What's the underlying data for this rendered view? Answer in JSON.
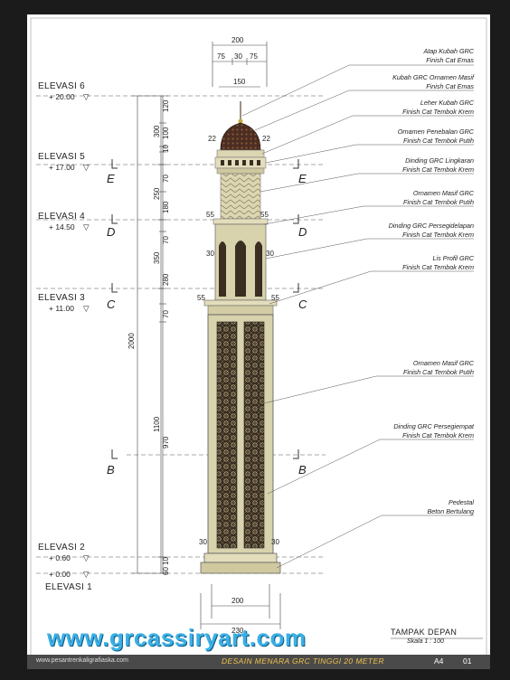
{
  "elevations": [
    {
      "name": "ELEVASI 6",
      "value": "+ 20.00",
      "sym": "▽"
    },
    {
      "name": "ELEVASI 5",
      "value": "+ 17.00",
      "sym": "▽"
    },
    {
      "name": "ELEVASI 4",
      "value": "+ 14.50",
      "sym": "▽"
    },
    {
      "name": "ELEVASI 3",
      "value": "+ 11.00",
      "sym": "▽"
    },
    {
      "name": "ELEVASI 2",
      "value": "+ 0.60",
      "sym": "▽"
    },
    {
      "name": "ELEVASI 1",
      "value": "+ 0.00",
      "sym": "▽"
    }
  ],
  "sections": [
    "E",
    "D",
    "C",
    "B"
  ],
  "labels": [
    {
      "line1": "Atap Kubah GRC",
      "line2": "Finish Cat Emas"
    },
    {
      "line1": "Kubah GRC Ornamen Masif",
      "line2": "Finish Cat Emas"
    },
    {
      "line1": "Leher Kubah GRC",
      "line2": "Finish Cat Tembok Krem"
    },
    {
      "line1": "Ornamen Penebalan GRC",
      "line2": "Finish Cat Tembok Putih"
    },
    {
      "line1": "Dinding GRC Lingkaran",
      "line2": "Finish Cat Tembok Krem"
    },
    {
      "line1": "Ornamen Masif GRC",
      "line2": "Finish Cat Tembok Putih"
    },
    {
      "line1": "Dinding GRC Persegidelapan",
      "line2": "Finish Cat Tembok Krem"
    },
    {
      "line1": "Lis Profil GRC",
      "line2": "Finish Cat Tembok Krem"
    },
    {
      "line1": "Ornamen Masif GRC",
      "line2": "Finish Cat Tembok Putih"
    },
    {
      "line1": "Dinding GRC Persegiempat",
      "line2": "Finish Cat Tembok Krem"
    },
    {
      "line1": "Pedestal",
      "line2": "Beton Bertulang"
    }
  ],
  "dims": {
    "top_total": "200",
    "top_left": "75",
    "top_mid": "30",
    "top_right": "75",
    "dome_width": "150",
    "bottom_inner": "200",
    "bottom_total": "230",
    "total_height": "2000",
    "seg1": "300",
    "seg2": "250",
    "seg3": "350",
    "seg4": "1100",
    "sub": [
      "120",
      "100",
      "10",
      "70",
      "180",
      "70",
      "280",
      "70",
      "970",
      "10",
      "60"
    ],
    "side": [
      "22",
      "22",
      "55",
      "55",
      "30",
      "30",
      "55",
      "55",
      "30",
      "30"
    ]
  },
  "view": {
    "title": "TAMPAK DEPAN",
    "scale": "Skala 1 : 100"
  },
  "footer": {
    "url": "www.pesantrenkaligrafiaska.com",
    "title": "DESAIN MENARA GRC TINGGI 20 METER",
    "size": "A4",
    "sheet": "01"
  },
  "watermark": "www.grcassiryart.com",
  "colors": {
    "tower": "#d8d2ad",
    "ornament": "#3a2e22",
    "dome": "#4b2d22"
  }
}
